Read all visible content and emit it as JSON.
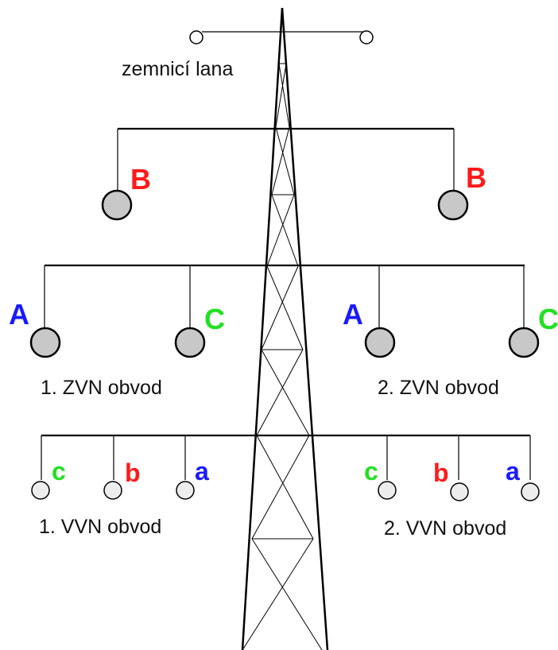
{
  "labels": {
    "ground_wires": "zemnicí lana",
    "zvn_circuit_1": "1. ZVN obvod",
    "zvn_circuit_2": "2. ZVN obvod",
    "vvn_circuit_1": "1. VVN obvod",
    "vvn_circuit_2": "2. VVN obvod"
  },
  "phases": {
    "top_left": "B",
    "top_right": "B",
    "mid_1": "A",
    "mid_2": "C",
    "mid_3": "A",
    "mid_4": "C",
    "low_1": "c",
    "low_2": "b",
    "low_3": "a",
    "low_4": "c",
    "low_5": "b",
    "low_6": "a"
  },
  "colors": {
    "phase_A": "#1a1aff",
    "phase_B": "#ff1a1a",
    "phase_C": "#22e022",
    "conductor_fill_zvn": "#c8c8c8",
    "conductor_fill_vvn": "#ededed",
    "line": "#000000"
  }
}
